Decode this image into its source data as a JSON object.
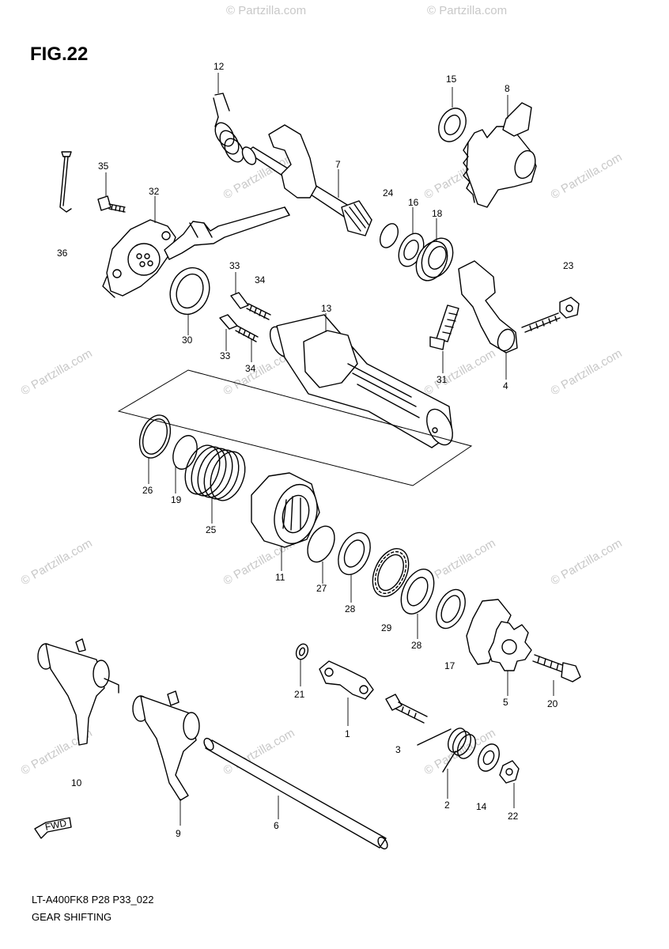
{
  "figure_title": "FIG.22",
  "footer": {
    "code": "LT-A400FK8 P28 P33_022",
    "name": "GEAR SHIFTING"
  },
  "watermark": "© Partzilla.com",
  "colors": {
    "line": "#000000",
    "watermark": "#c8c8c8",
    "background": "#ffffff"
  },
  "callouts": [
    {
      "label": "12"
    },
    {
      "label": "15"
    },
    {
      "label": "8"
    },
    {
      "label": "7"
    },
    {
      "label": "35"
    },
    {
      "label": "32"
    },
    {
      "label": "24"
    },
    {
      "label": "16"
    },
    {
      "label": "18"
    },
    {
      "label": "36"
    },
    {
      "label": "33"
    },
    {
      "label": "34"
    },
    {
      "label": "23"
    },
    {
      "label": "13"
    },
    {
      "label": "30"
    },
    {
      "label": "33"
    },
    {
      "label": "34"
    },
    {
      "label": "31"
    },
    {
      "label": "4"
    },
    {
      "label": "26"
    },
    {
      "label": "19"
    },
    {
      "label": "25"
    },
    {
      "label": "11"
    },
    {
      "label": "27"
    },
    {
      "label": "28"
    },
    {
      "label": "29"
    },
    {
      "label": "28"
    },
    {
      "label": "17"
    },
    {
      "label": "5"
    },
    {
      "label": "21"
    },
    {
      "label": "20"
    },
    {
      "label": "1"
    },
    {
      "label": "3"
    },
    {
      "label": "10"
    },
    {
      "label": "2"
    },
    {
      "label": "14"
    },
    {
      "label": "22"
    },
    {
      "label": "9"
    },
    {
      "label": "6"
    }
  ],
  "fwd_icon": "fwd-arrow-icon"
}
